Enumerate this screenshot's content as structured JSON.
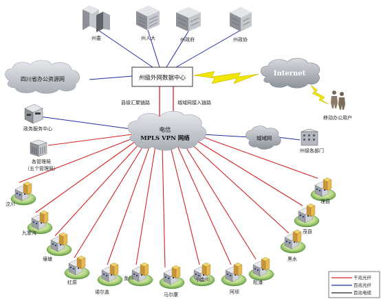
{
  "nodes": {
    "state_committee": "州委",
    "state_congress": "州人大",
    "state_government": "州政府",
    "state_cppcc": "州政协",
    "data_center": "州级外网数据中心",
    "province_network": "四川省办公资源网",
    "internet": "Internet",
    "mobile_users": "移动办公用户",
    "service_center": "政务服务中心",
    "bureaus_line1": "各管理局",
    "bureaus_line2": "（五个管理局）",
    "telecom_line1": "电信",
    "telecom_line2": "MPLS VPN 网络",
    "metro_network": "城域网",
    "state_departments": "州级各部门"
  },
  "links": {
    "county_aggregation": "县级汇聚链路",
    "metro_access": "城域网接入链路"
  },
  "counties": [
    "汶川",
    "九寨沟",
    "壤塘",
    "红原",
    "诺尔盖",
    "金川",
    "马尔康",
    "小金川",
    "阿坝",
    "松潘",
    "黑水",
    "茂县",
    "理县"
  ],
  "legend": [
    {
      "label": "千兆光纤",
      "color": "#d42020"
    },
    {
      "label": "百兆光纤",
      "color": "#1f2aa8"
    },
    {
      "label": "百兆电缆",
      "color": "#222222"
    }
  ],
  "colors": {
    "gigabit": "#d42020",
    "fast_fiber": "#1f2aa8",
    "cable": "#222222",
    "lightning": "#f2e600",
    "cloud": "#c9cdd3"
  }
}
